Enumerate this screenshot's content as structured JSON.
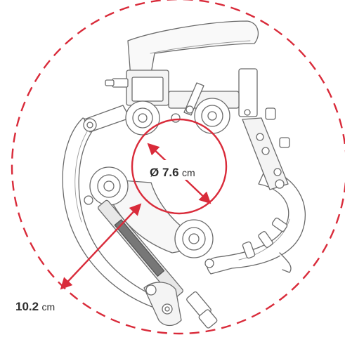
{
  "diagram": {
    "inner_label": {
      "value": "Ø 7.6",
      "unit": "cm"
    },
    "outer_label": {
      "value": "10.2",
      "unit": "cm"
    },
    "colors": {
      "accent_red": "#d92b3a",
      "line_art": "#6b6b6b",
      "background": "#ffffff"
    },
    "icons": [
      "diameter-arrow-icon",
      "radius-arrow-icon"
    ]
  }
}
